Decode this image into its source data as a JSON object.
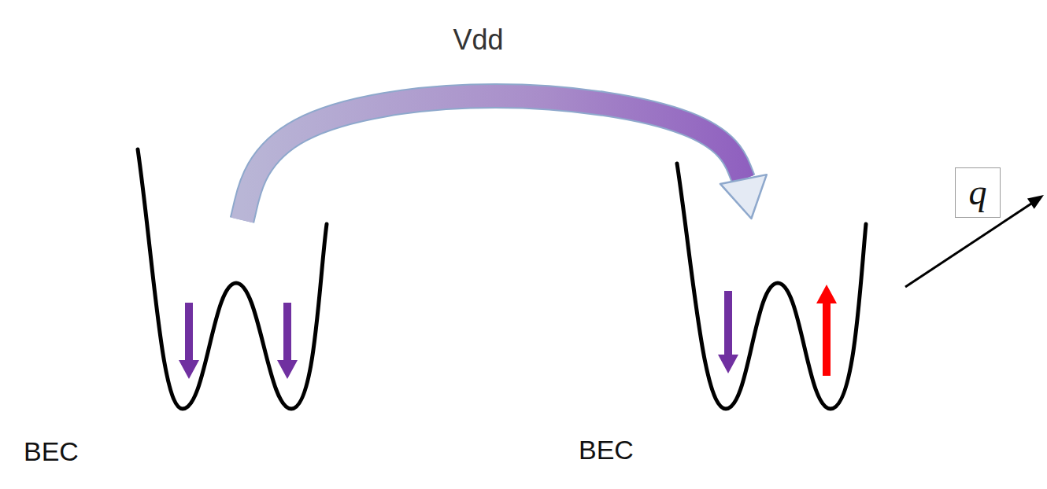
{
  "diagram": {
    "nodes": [
      {
        "text": [
          "BEC"
        ]
      },
      {
        "text": [
          "BEC"
        ]
      },
      {
        "text": [
          "q"
        ]
      }
    ],
    "edges": [
      {
        "from": 0,
        "to": 1,
        "label": "Vdd",
        "arrow": "to"
      }
    ]
  }
}
